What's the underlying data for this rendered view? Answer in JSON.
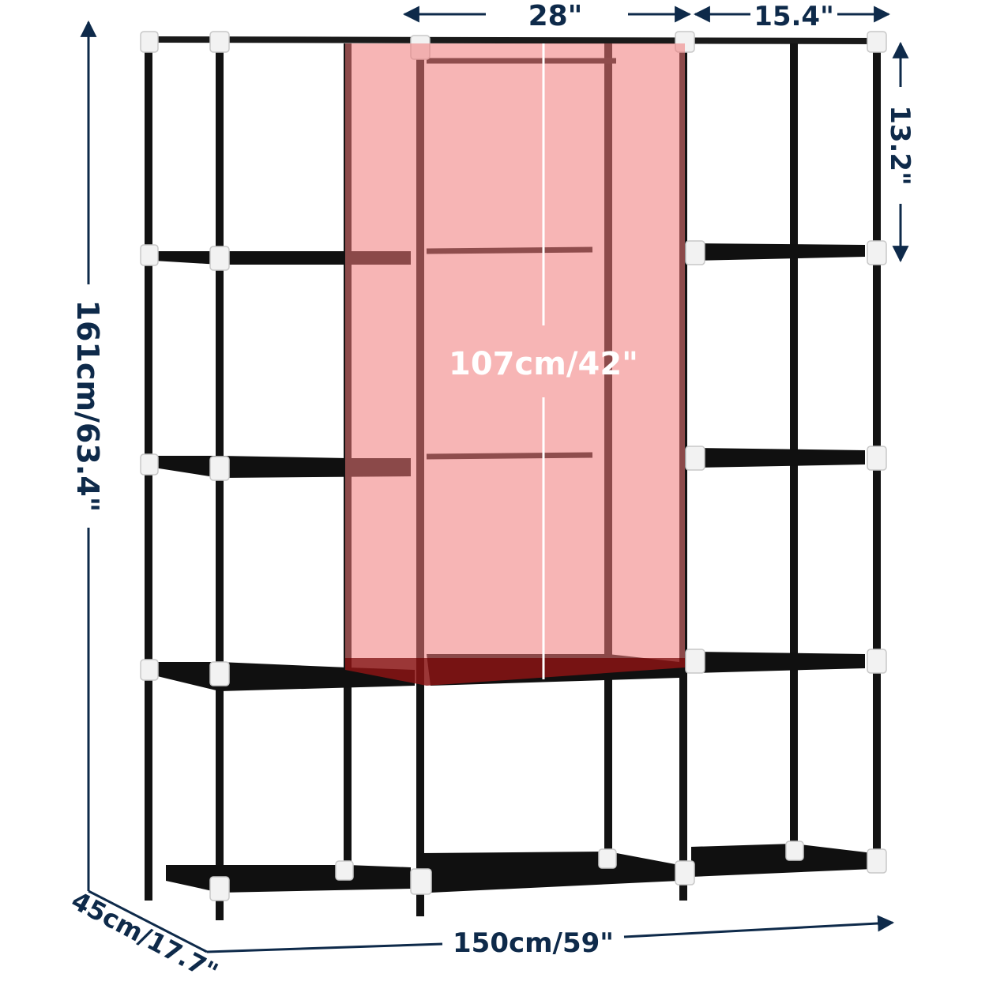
{
  "dimensions": {
    "hanging_width": "28\"",
    "side_width": "15.4\"",
    "shelf_height": "13.2\"",
    "total_height": "161cm/63.4\"",
    "hanging_height": "107cm/42\"",
    "depth": "45cm/17.7\"",
    "total_width": "150cm/59\""
  },
  "colors": {
    "dimension_line": "#0e2a4a",
    "frame_pole": "#141414",
    "connector": "#f2f2f2",
    "shelf": "#101010",
    "hanging_highlight": "#f07878"
  }
}
